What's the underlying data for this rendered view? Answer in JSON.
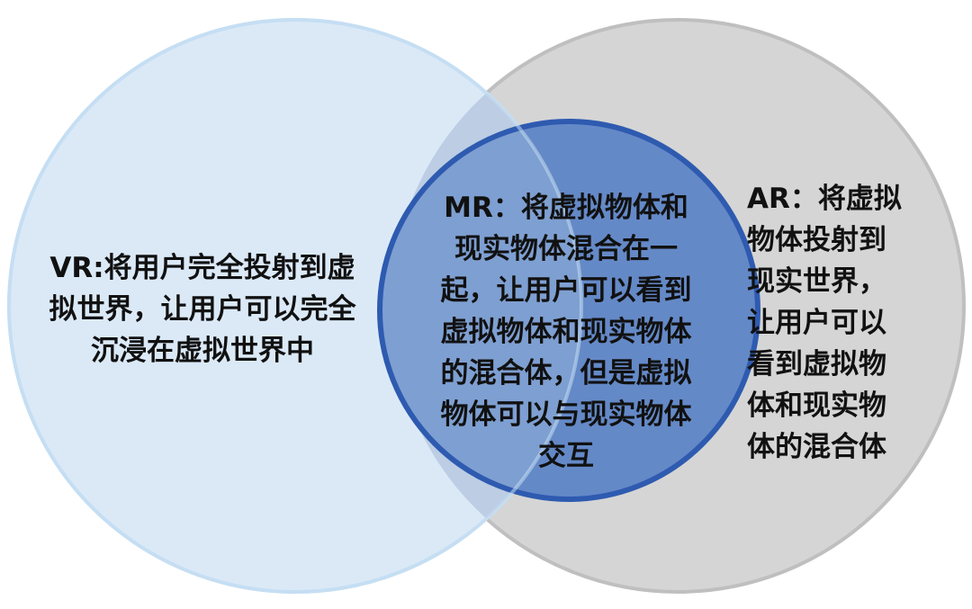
{
  "colors": {
    "vr_fill": "#dbe9f7",
    "vr_stroke": "#c5def3",
    "ar_fill": "#d5d5d5",
    "ar_stroke": "#bfbfbf",
    "mr_fill": "#7e9fd1",
    "mr_stroke": "#2e5bb0",
    "overlap_fill": "#bccde4",
    "text": "#111111"
  },
  "vr": {
    "lines": [
      "VR:将用户完全投射到虚",
      "拟世界，让用户可以完全",
      "沉浸在虚拟世界中"
    ]
  },
  "mr": {
    "lines": [
      "MR：将虚拟物体和",
      "现实物体混合在一",
      "起，让用户可以看到",
      "虚拟物体和现实物体",
      "的混合体，但是虚拟",
      "物体可以与现实物体",
      "交互"
    ]
  },
  "ar": {
    "lines": [
      "AR：将虚拟",
      "物体投射到",
      "现实世界，",
      "让用户可以",
      "看到虚拟物",
      "体和现实物",
      "体的混合体"
    ]
  }
}
